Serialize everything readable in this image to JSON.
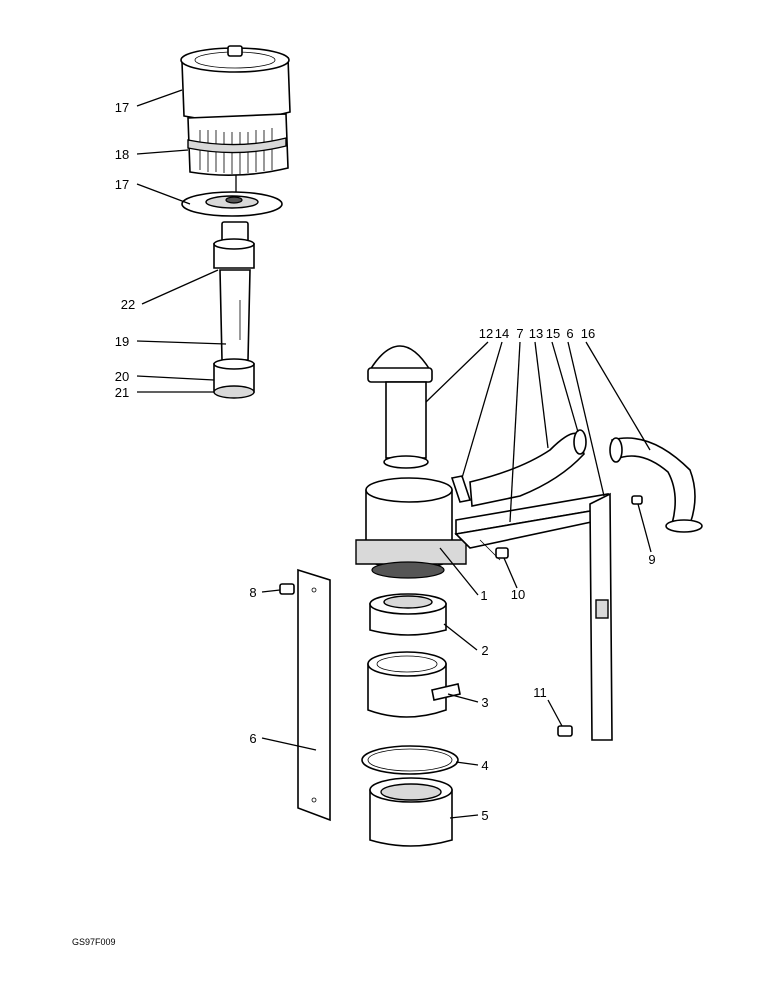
{
  "drawing_ref": "GS97F009",
  "callouts": {
    "c17a": "17",
    "c18": "18",
    "c17b": "17",
    "c22": "22",
    "c19": "19",
    "c20": "20",
    "c21": "21",
    "c12": "12",
    "c14": "14",
    "c7": "7",
    "c13": "13",
    "c15": "15",
    "c6a": "6",
    "c16": "16",
    "c9": "9",
    "c10": "10",
    "c1": "1",
    "c8": "8",
    "c2": "2",
    "c3": "3",
    "c11": "11",
    "c6b": "6",
    "c4": "4",
    "c5": "5"
  }
}
